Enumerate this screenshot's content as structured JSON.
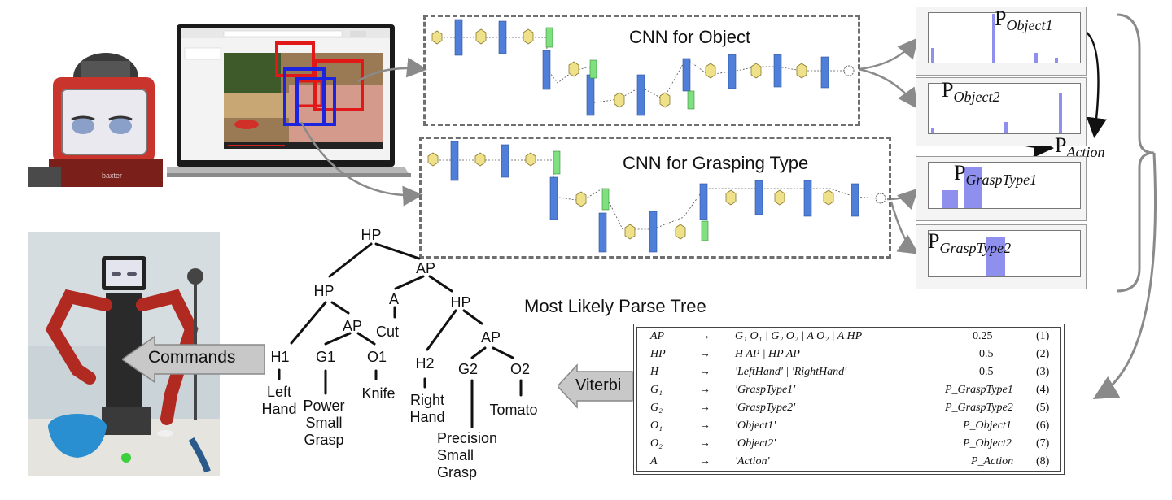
{
  "cnn_object": {
    "title": "CNN for Object"
  },
  "cnn_grasp": {
    "title": "CNN for Grasping Type"
  },
  "prob_panels": [
    {
      "label_main": "P",
      "label_sub": "Object1"
    },
    {
      "label_main": "P",
      "label_sub": "Object2"
    },
    {
      "label_main": "P",
      "label_sub": "GraspType1"
    },
    {
      "label_main": "P",
      "label_sub": "GraspType2"
    }
  ],
  "action_label": {
    "main": "P",
    "sub": "Action"
  },
  "robot_face": {
    "brand": "baxter"
  },
  "parse_tree": {
    "title": "Most Likely Parse Tree",
    "nodes": {
      "hp_root": "HP",
      "ap_1": "AP",
      "hp_left": "HP",
      "a": "A",
      "cut": "Cut",
      "hp_right": "HP",
      "ap_left": "AP",
      "h1": "H1",
      "g1": "G1",
      "o1": "O1",
      "left_hand": "Left\nHand",
      "power_grasp": "Power\nSmall\nGrasp",
      "knife": "Knife",
      "ap_right": "AP",
      "h2": "H2",
      "g2": "G2",
      "o2": "O2",
      "right_hand": "Right\nHand",
      "precision_grasp": "Precision\nSmall\nGrasp",
      "tomato": "Tomato"
    }
  },
  "commands_label": "Commands",
  "viterbi_label": "Viterbi",
  "grammar": [
    {
      "lhs": "AP",
      "rhs": "G₁ O₁ | G₂ O₂ | A O₂ | A HP",
      "prob": "0.25",
      "num": "(1)"
    },
    {
      "lhs": "HP",
      "rhs": "H AP | HP AP",
      "prob": "0.5",
      "num": "(2)"
    },
    {
      "lhs": "H",
      "rhs": "'LeftHand' | 'RightHand'",
      "prob": "0.5",
      "num": "(3)"
    },
    {
      "lhs": "G₁",
      "rhs": "'GraspType1'",
      "prob": "P_GraspType1",
      "num": "(4)"
    },
    {
      "lhs": "G₂",
      "rhs": "'GraspType2'",
      "prob": "P_GraspType2",
      "num": "(5)"
    },
    {
      "lhs": "O₁",
      "rhs": "'Object1'",
      "prob": "P_Object1",
      "num": "(6)"
    },
    {
      "lhs": "O₂",
      "rhs": "'Object2'",
      "prob": "P_Object2",
      "num": "(7)"
    },
    {
      "lhs": "A",
      "rhs": "'Action'",
      "prob": "P_Action",
      "num": "(8)"
    }
  ],
  "colors": {
    "dash": "#6f6f6f",
    "bar": "#8f90ee",
    "node_yellow": "#efe08a",
    "node_blue": "#4f7fd8",
    "node_green": "#7ee07e",
    "arrow_gray": "#8a8a8a"
  }
}
